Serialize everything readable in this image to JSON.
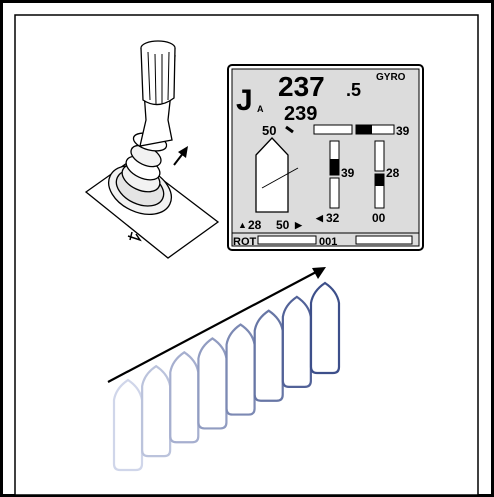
{
  "display": {
    "mode": "GYRO",
    "mode_letter": "J",
    "mode_subscript": "A",
    "heading_main": "237",
    "heading_decimal": ".5",
    "set_heading": "239",
    "rudder_value": "50",
    "thrust_right_value": "39",
    "bar1_value": "39",
    "bar2_value": "28",
    "bottom_left_value": "28",
    "bottom_mid_value": "50",
    "bottom_bar1_value": "32",
    "bottom_bar2_value": "00",
    "rot_label": "ROT",
    "rot_value": "001"
  },
  "colors": {
    "frame": "#000000",
    "display_bg": "#dcdcdc",
    "ship_trail_dark": "#3d4f8a",
    "ship_trail_light": "#d0d6ea"
  },
  "ship_trail": {
    "count": 8
  }
}
